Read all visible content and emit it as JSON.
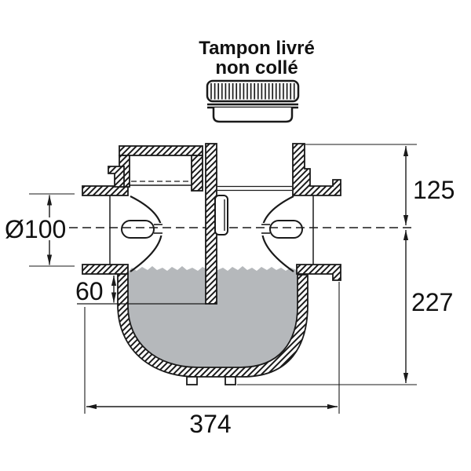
{
  "title": {
    "line1": "Tampon livré",
    "line2": "non collé"
  },
  "dimensions": {
    "inlet_diameter": "Ø100",
    "water_seal_depth": "60",
    "axis_to_top": "125",
    "axis_to_base": "227",
    "overall_width": "374"
  },
  "colors": {
    "ink": "#1a1a1a",
    "water": "#b5b8bb"
  }
}
